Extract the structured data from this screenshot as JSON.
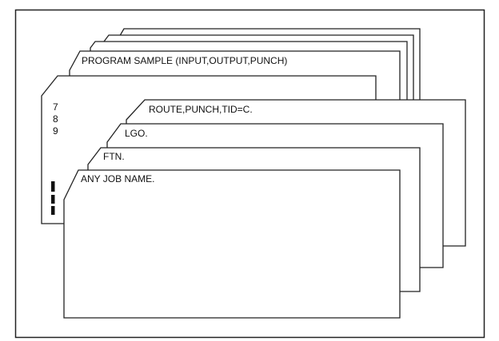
{
  "deck": {
    "program_card": "PROGRAM SAMPLE (INPUT,OUTPUT,PUNCH)",
    "separator_punches": [
      "7",
      "8",
      "9"
    ],
    "route_card": "ROUTE,PUNCH,TID=C.",
    "lgo_card": "LGO.",
    "ftn_card": "FTN.",
    "job_card": "ANY JOB NAME."
  }
}
